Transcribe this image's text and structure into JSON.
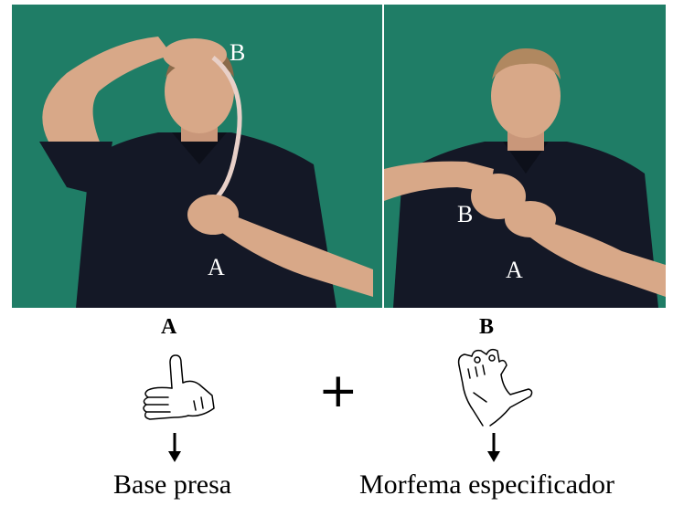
{
  "photos": {
    "left": {
      "label_b": "B",
      "label_a": "A"
    },
    "right": {
      "label_b": "B",
      "label_a": "A"
    }
  },
  "handshapes": [
    {
      "title": "A",
      "caption": "Base presa",
      "icon": "thumbs-up-hand-icon"
    },
    {
      "title": "B",
      "caption": "Morfema especificador",
      "icon": "pinching-hand-icon"
    }
  ],
  "plus_symbol": "+",
  "colors": {
    "background": "#1f7d66",
    "shirt": "#141826",
    "skin": "#d8a888"
  }
}
